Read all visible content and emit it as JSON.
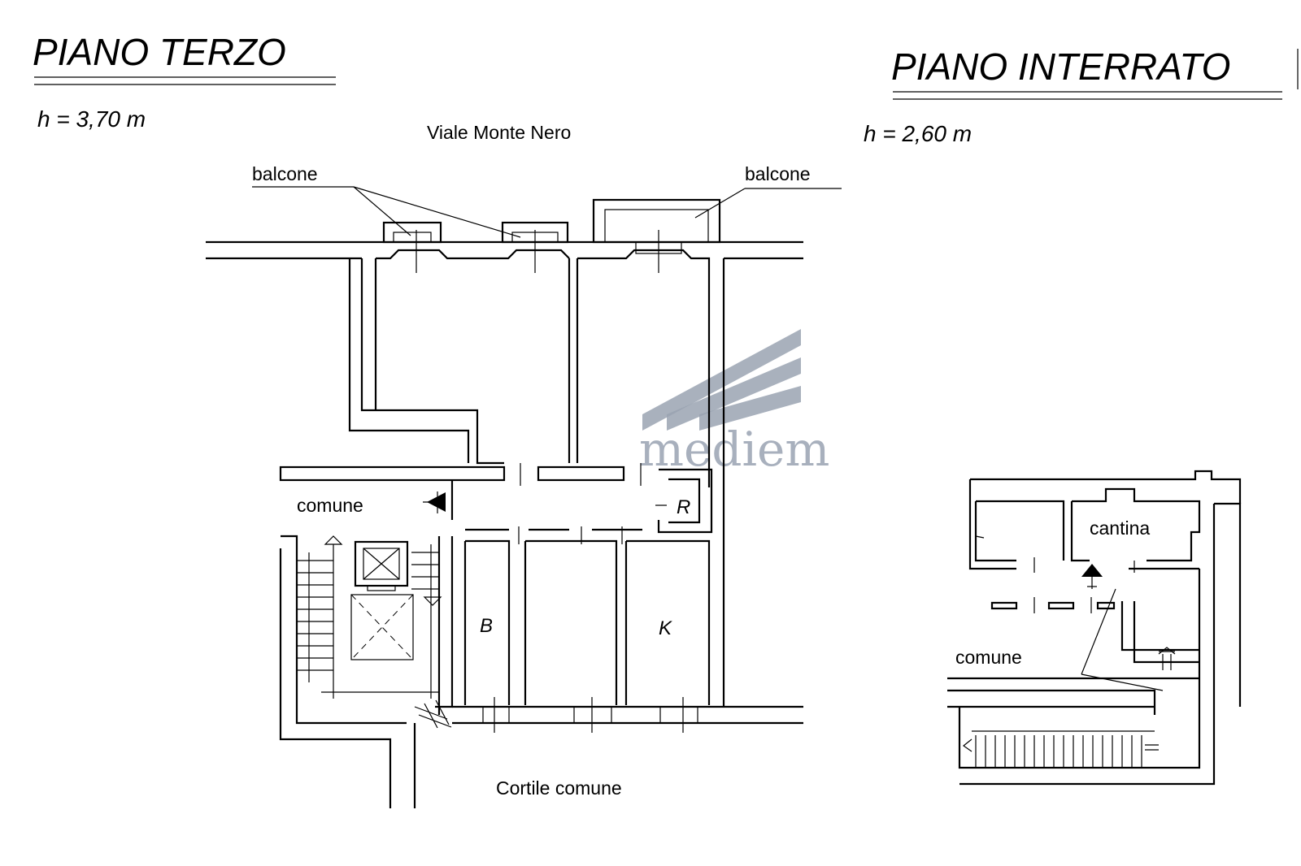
{
  "plans": [
    {
      "title": "PIANO TERZO",
      "height": "h = 3,70 m"
    },
    {
      "title": "PIANO INTERRATO",
      "height": "h = 2,60 m"
    }
  ],
  "labels": {
    "street": "Viale Monte Nero",
    "balcony_left": "balcone",
    "balcony_right": "balcone",
    "common_upper": "comune",
    "common_lower": "comune",
    "courtyard": "Cortile comune",
    "cellar": "cantina"
  },
  "rooms": {
    "bath": "B",
    "kitchen": "K",
    "storage": "R"
  },
  "watermark": {
    "text": "mediem",
    "color": "#9aa3b2"
  }
}
